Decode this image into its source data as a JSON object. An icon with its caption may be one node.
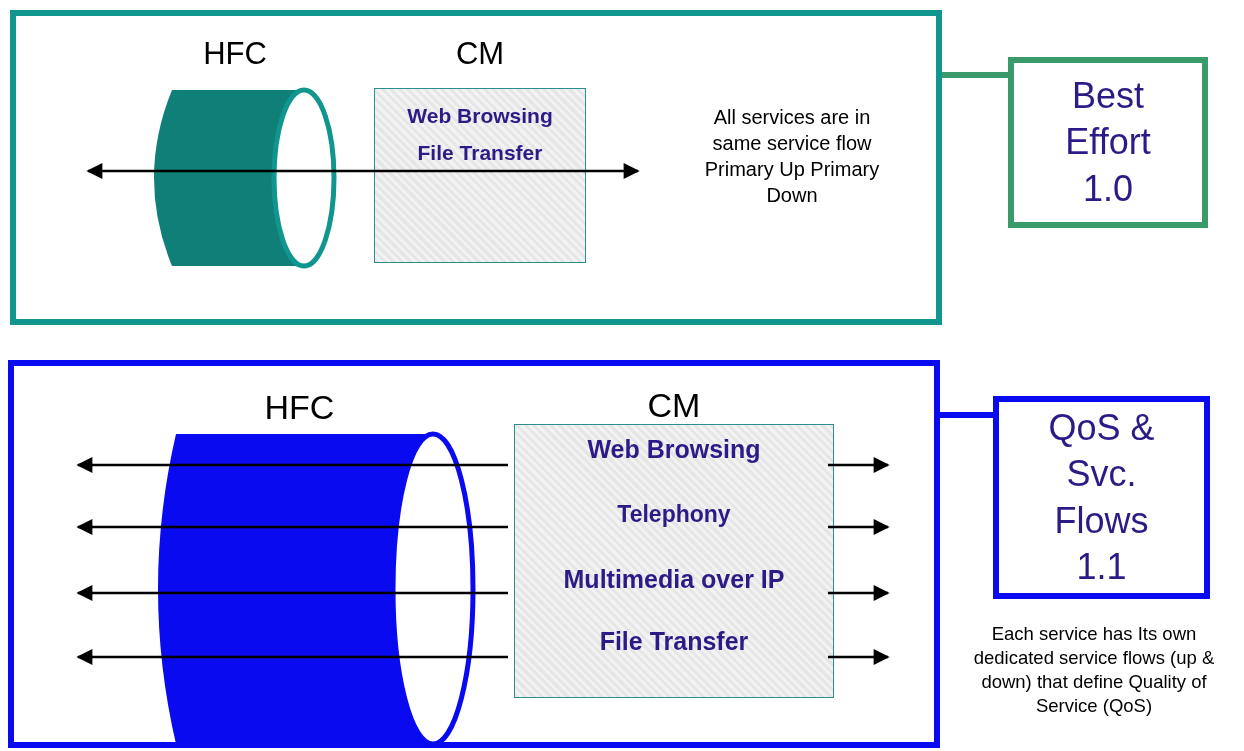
{
  "diagram": {
    "nodes": [
      {
        "text": [],
        "shape": "box"
      },
      {
        "text": [
          "HFC"
        ],
        "in": 0
      },
      {
        "text": [
          "CM",
          "Web Browsing File Transfer"
        ],
        "in": 0
      },
      {
        "text": [
          "Best Effort 1.0"
        ]
      },
      {
        "text": [],
        "shape": "box"
      },
      {
        "text": [
          "HFC"
        ],
        "in": 4
      },
      {
        "text": [
          "CM",
          "Web Browsing",
          "Telephony",
          "Multimedia over IP",
          "File Transfer"
        ],
        "in": 4
      },
      {
        "text": [
          "QoS & Svc. Flows 1.1"
        ],
        "beside": [
          "Each service has Its own dedicated service flows (up & down) that define Quality of Service (QoS)"
        ]
      }
    ],
    "edges": [
      {
        "from": 0,
        "to": 3,
        "arrow": "none",
        "color": "#3a9a6a",
        "style": "thick"
      },
      {
        "from": 4,
        "to": 7,
        "arrow": "none",
        "color": "#0a0af0",
        "style": "thick"
      },
      {
        "from": 6,
        "to": null,
        "arrow": "to"
      },
      {
        "from": 6,
        "to": null,
        "arrow": "to"
      },
      {
        "from": 6,
        "to": null,
        "arrow": "to"
      },
      {
        "from": 6,
        "to": null,
        "arrow": "to"
      },
      {
        "from": 6,
        "to": null,
        "arrow": "to"
      },
      {
        "from": 6,
        "to": null,
        "arrow": "to"
      },
      {
        "from": 6,
        "to": null,
        "arrow": "to"
      },
      {
        "from": 6,
        "to": null,
        "arrow": "to"
      }
    ],
    "labels": [
      "All services are in same service flow Primary Up Primary Down"
    ]
  }
}
